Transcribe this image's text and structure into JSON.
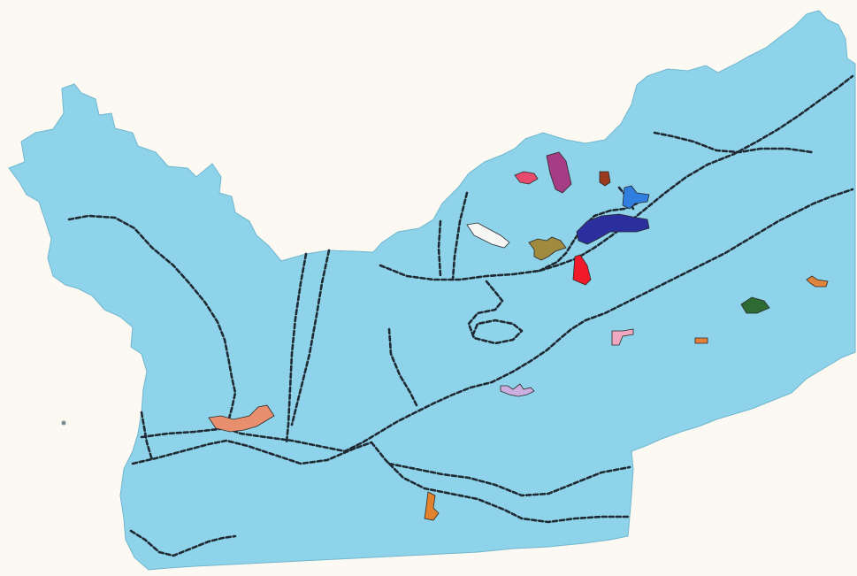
{
  "map": {
    "background_color": "#fcf9f2",
    "land_color": "#8fd3ea",
    "railroad_color": "#1f2a33",
    "speck_color": "#7a8a8e"
  },
  "legend_items": [],
  "features": [
    {
      "id": "tract-salmon-west",
      "color": "#e88f6d"
    },
    {
      "id": "tract-orange-south",
      "color": "#e2822e"
    },
    {
      "id": "tract-pink-north",
      "color": "#e84a6e"
    },
    {
      "id": "tract-magenta",
      "color": "#a73c86"
    },
    {
      "id": "tract-darkred",
      "color": "#9a3b1f"
    },
    {
      "id": "tract-blue-small",
      "color": "#2f7ee0"
    },
    {
      "id": "tract-white",
      "color": "#f6f6f4"
    },
    {
      "id": "tract-olive",
      "color": "#a08a3e"
    },
    {
      "id": "tract-navy",
      "color": "#2b2f9e"
    },
    {
      "id": "tract-red",
      "color": "#f01a2a"
    },
    {
      "id": "tract-green",
      "color": "#2e6b32"
    },
    {
      "id": "tract-orange-east",
      "color": "#e0843c"
    },
    {
      "id": "tract-pink-l",
      "color": "#f0a8c0"
    },
    {
      "id": "tract-orange-small",
      "color": "#e48038"
    },
    {
      "id": "tract-lavender",
      "color": "#cdaee0"
    }
  ]
}
